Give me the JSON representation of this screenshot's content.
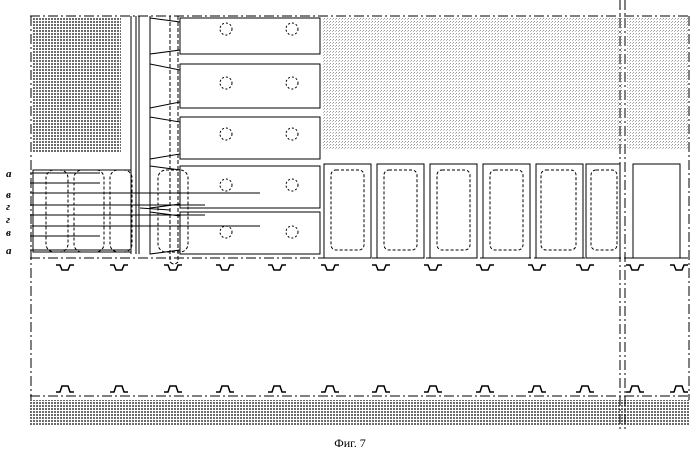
{
  "figure": {
    "caption": "Фиг. 7",
    "side_labels": [
      "а",
      "в",
      "г",
      "г",
      "в",
      "а"
    ]
  },
  "palette": {
    "line": "#000000",
    "hatch_dark": "#7a7a7a",
    "hatch_light": "#c8c8c8",
    "background": "#ffffff"
  }
}
